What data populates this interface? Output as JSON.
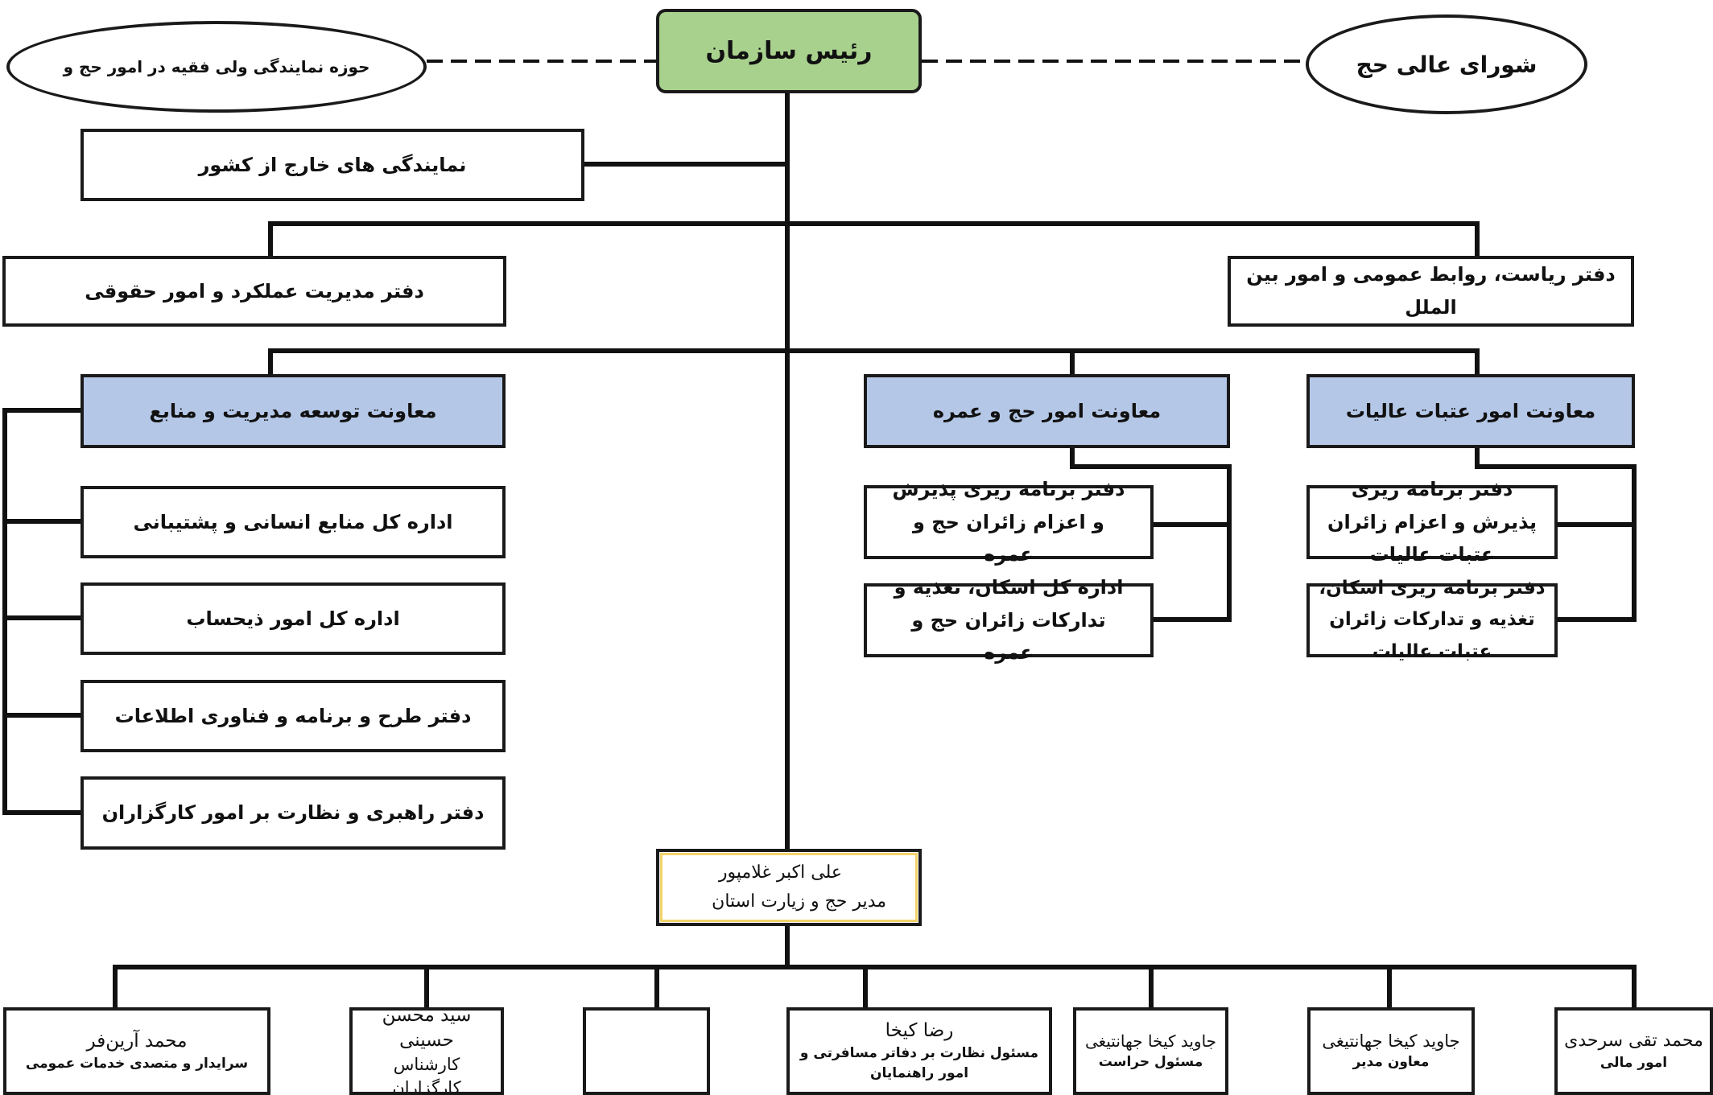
{
  "head": {
    "label": "رئیس سازمان",
    "color": "#a9d18e"
  },
  "side_ovals": {
    "left": "حوزه نمایندگی ولی فقیه در امور حج و",
    "right": "شورای عالی حج"
  },
  "offices": {
    "overseas": "نمایندگی های خارج از کشور",
    "performance": "دفتر مدیریت عملکرد و امور حقوقی",
    "presidency": "دفتر ریاست، روابط عمومی و امور بین الملل"
  },
  "deputies": {
    "color": "#b4c7e7",
    "management": "معاونت توسعه مدیریت و منابع",
    "hajj": "معاونت امور حج و عمره",
    "atabat": "معاونت امور عتبات عالیات"
  },
  "management_units": [
    "اداره کل منابع انسانی و پشتیبانی",
    "اداره کل امور ذیحساب",
    "دفتر طرح و برنامه و فناوری اطلاعات",
    "دفتر راهبری و نظارت بر امور کارگزاران"
  ],
  "hajj_units": [
    "دفتر برنامه ریزی پذیرش و اعزام زائران حج و عمره",
    "اداره کل اسکان، تغذیه و تدارکات زائران حج و عمره"
  ],
  "atabat_units": [
    "دفتر برنامه ریزی پذیرش و اعزام زائران عتبات عالیات",
    "دفتر برنامه ریزی اسکان، تغذیه و تدارکات زائران عتبات عالیات"
  ],
  "provincial_manager": {
    "name": "علی اکبر غلامپور",
    "title": "مدیر حج و زیارت استان"
  },
  "staff": [
    {
      "name": "محمد آرین‌فر",
      "role": "سرایدار و متصدی خدمات عمومی"
    },
    {
      "name": "سید محسن حسینی",
      "role": "کارشناس کارگزاران"
    },
    {
      "name": "",
      "role": ""
    },
    {
      "name": "رضا کیخا",
      "role": "مسئول نظارت بر دفاتر مسافرتی و امور راهنمایان"
    },
    {
      "name": "جاوید کیخا جهانتیغی",
      "role": "مسئول حراست"
    },
    {
      "name": "جاوید کیخا جهانتیغی",
      "role": "معاون مدیر"
    },
    {
      "name": "محمد تقی سرحدی",
      "role": "امور مالی"
    }
  ]
}
